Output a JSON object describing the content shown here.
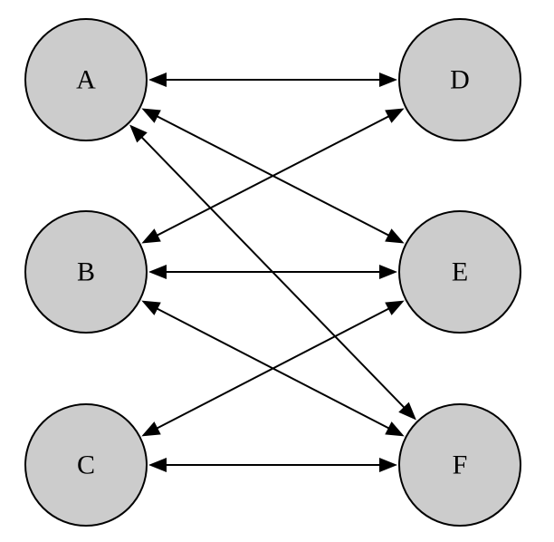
{
  "nodes": [
    {
      "id": "A",
      "label": "A"
    },
    {
      "id": "B",
      "label": "B"
    },
    {
      "id": "C",
      "label": "C"
    },
    {
      "id": "D",
      "label": "D"
    },
    {
      "id": "E",
      "label": "E"
    },
    {
      "id": "F",
      "label": "F"
    }
  ],
  "edges": [
    {
      "from": "A",
      "to": "D",
      "bidirectional": true
    },
    {
      "from": "A",
      "to": "E",
      "bidirectional": true
    },
    {
      "from": "A",
      "to": "F",
      "bidirectional": true
    },
    {
      "from": "B",
      "to": "D",
      "bidirectional": true
    },
    {
      "from": "B",
      "to": "E",
      "bidirectional": true
    },
    {
      "from": "B",
      "to": "F",
      "bidirectional": true
    },
    {
      "from": "C",
      "to": "E",
      "bidirectional": true
    },
    {
      "from": "C",
      "to": "F",
      "bidirectional": true
    }
  ],
  "colors": {
    "node_fill": "#cccccc",
    "stroke": "#000000",
    "background": "#ffffff"
  }
}
